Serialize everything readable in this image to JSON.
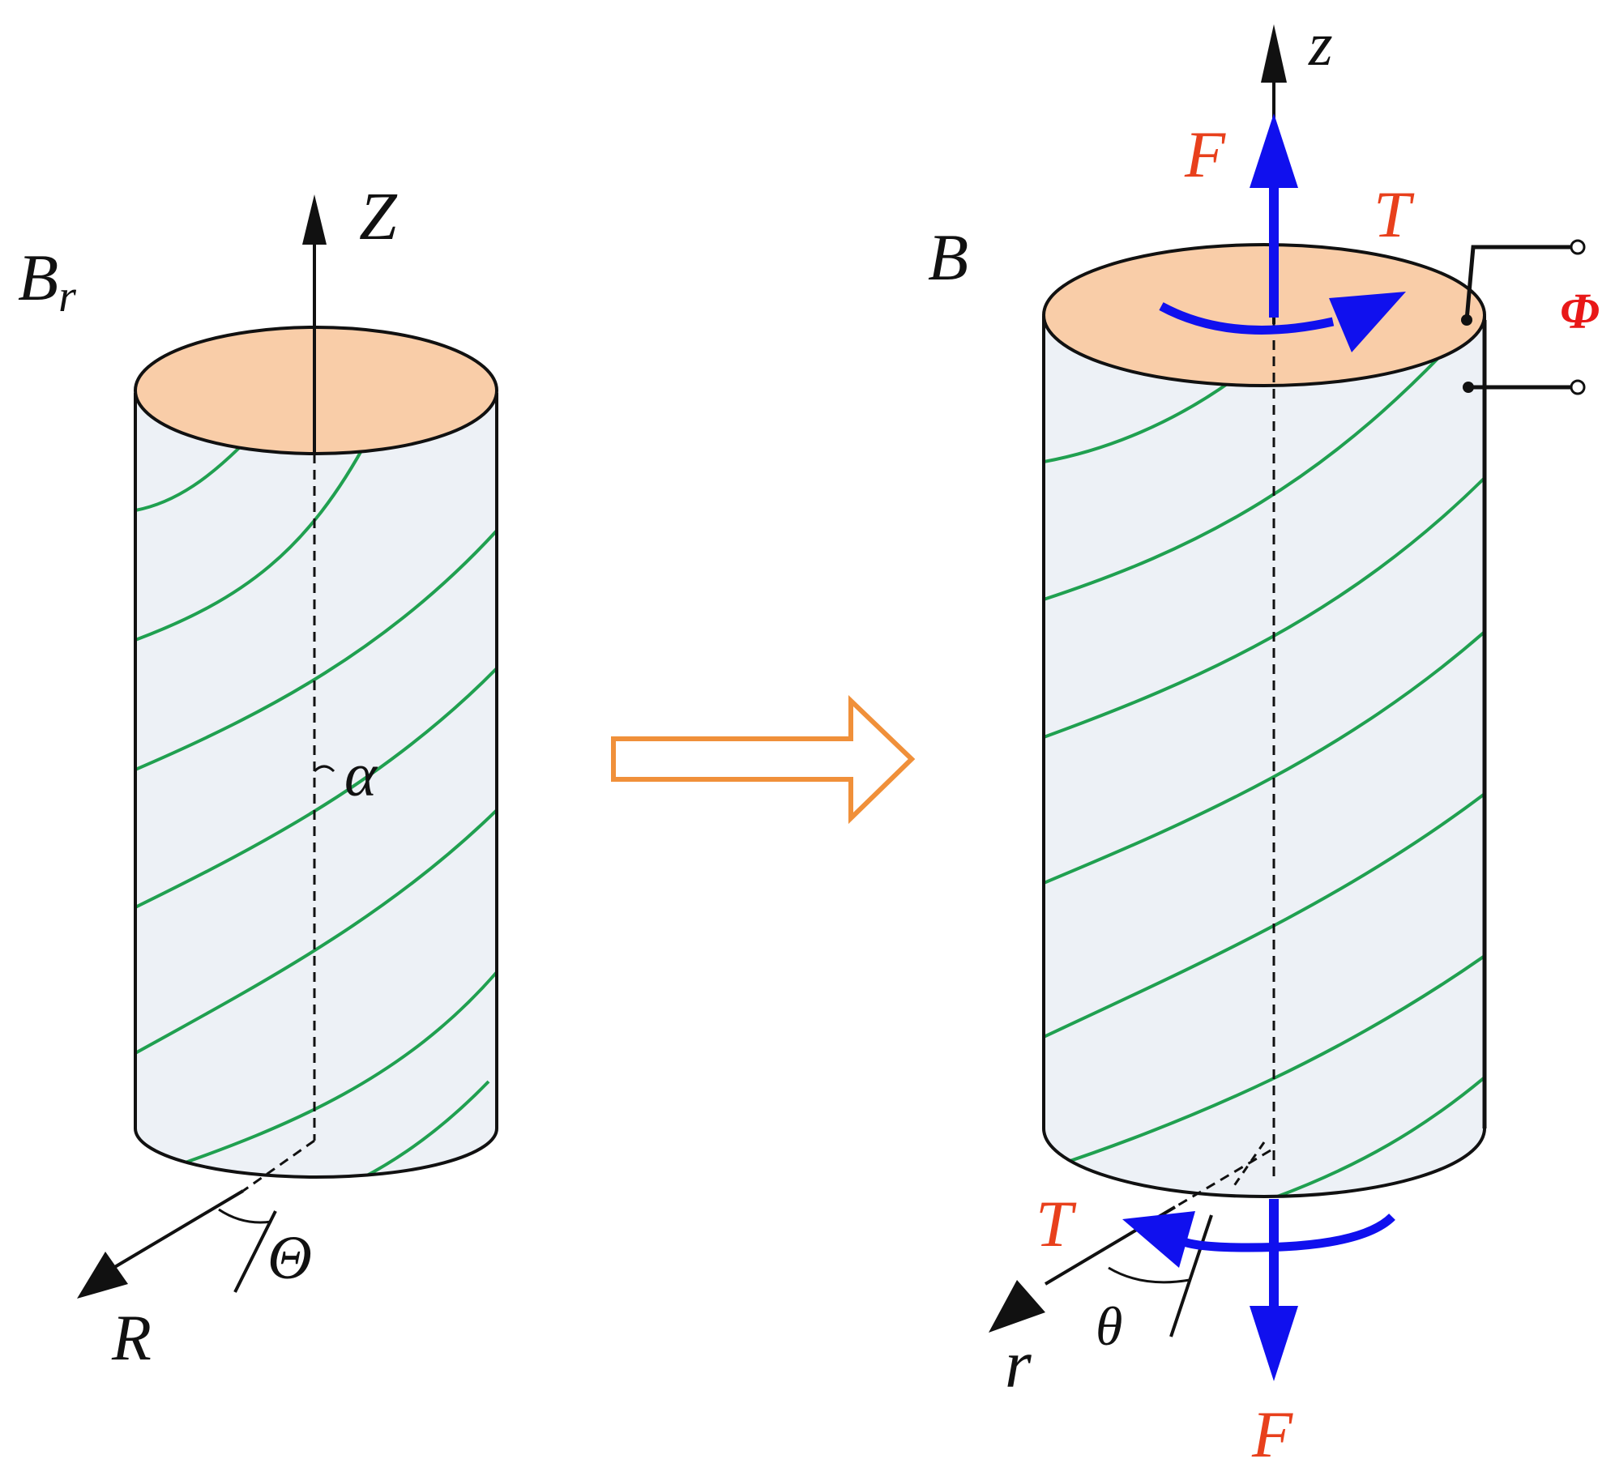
{
  "diagram": {
    "reference_config": {
      "config_label": "B",
      "config_sub": "r",
      "axis_z": "Z",
      "axis_r": "R",
      "angle_theta": "Θ",
      "angle_alpha": "α"
    },
    "deformed_config": {
      "config_label": "B",
      "axis_z": "z",
      "axis_r": "r",
      "angle_theta": "θ",
      "force_top": "F",
      "force_bottom": "F",
      "torque_top": "T",
      "torque_bottom": "T",
      "potential": "Φ"
    },
    "colors": {
      "cylinder_body": "#edf1f6",
      "cylinder_top": "#f9cda8",
      "helix_fibers": "#20a050",
      "load_arrows": "#1010ee",
      "transform_arrow": "#f0903a",
      "load_labels": "#e8401c",
      "potential_label": "#e81818"
    }
  }
}
